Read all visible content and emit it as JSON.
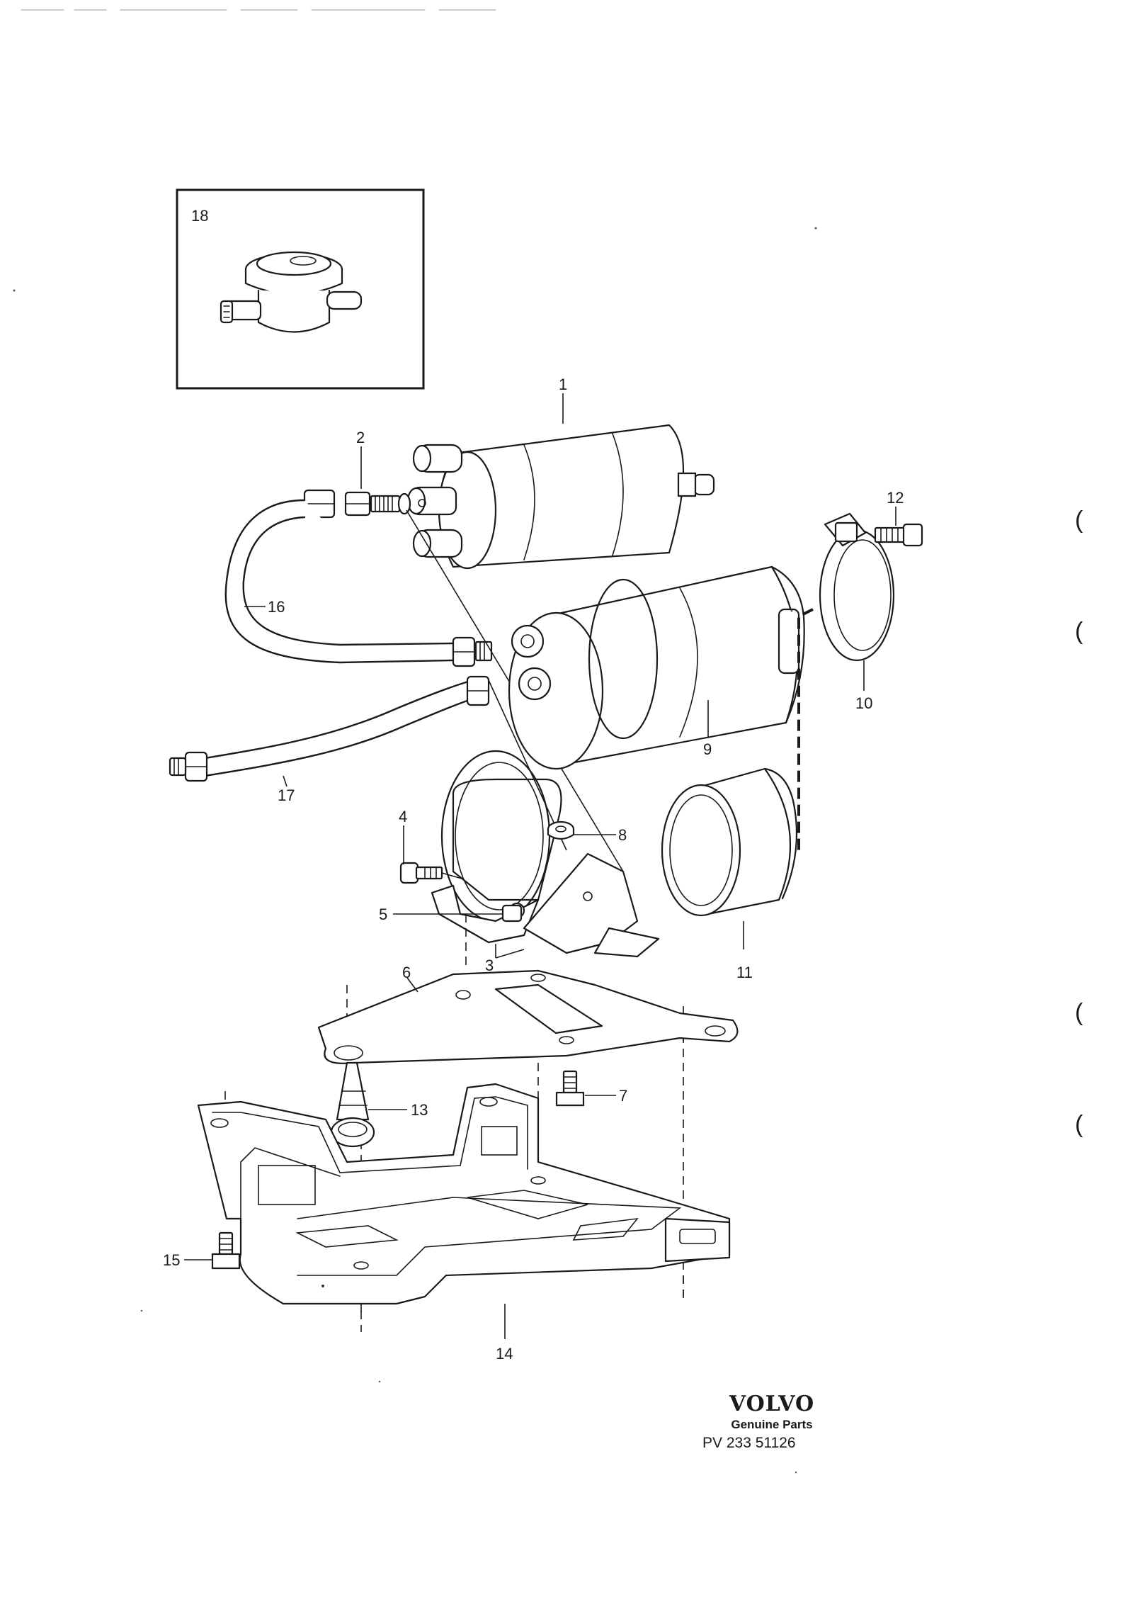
{
  "diagram": {
    "callouts": {
      "c1": "1",
      "c2": "2",
      "c3": "3",
      "c4": "4",
      "c5": "5",
      "c6": "6",
      "c7": "7",
      "c8": "8",
      "c9": "9",
      "c10": "10",
      "c11": "11",
      "c12": "12",
      "c13": "13",
      "c14": "14",
      "c15": "15",
      "c16": "16",
      "c17": "17",
      "c18": "18"
    },
    "margin_marks": [
      "(",
      "(",
      "(",
      "("
    ]
  },
  "branding": {
    "logo": "VOLVO",
    "tagline": "Genuine Parts",
    "reference": "PV 233 51126"
  }
}
